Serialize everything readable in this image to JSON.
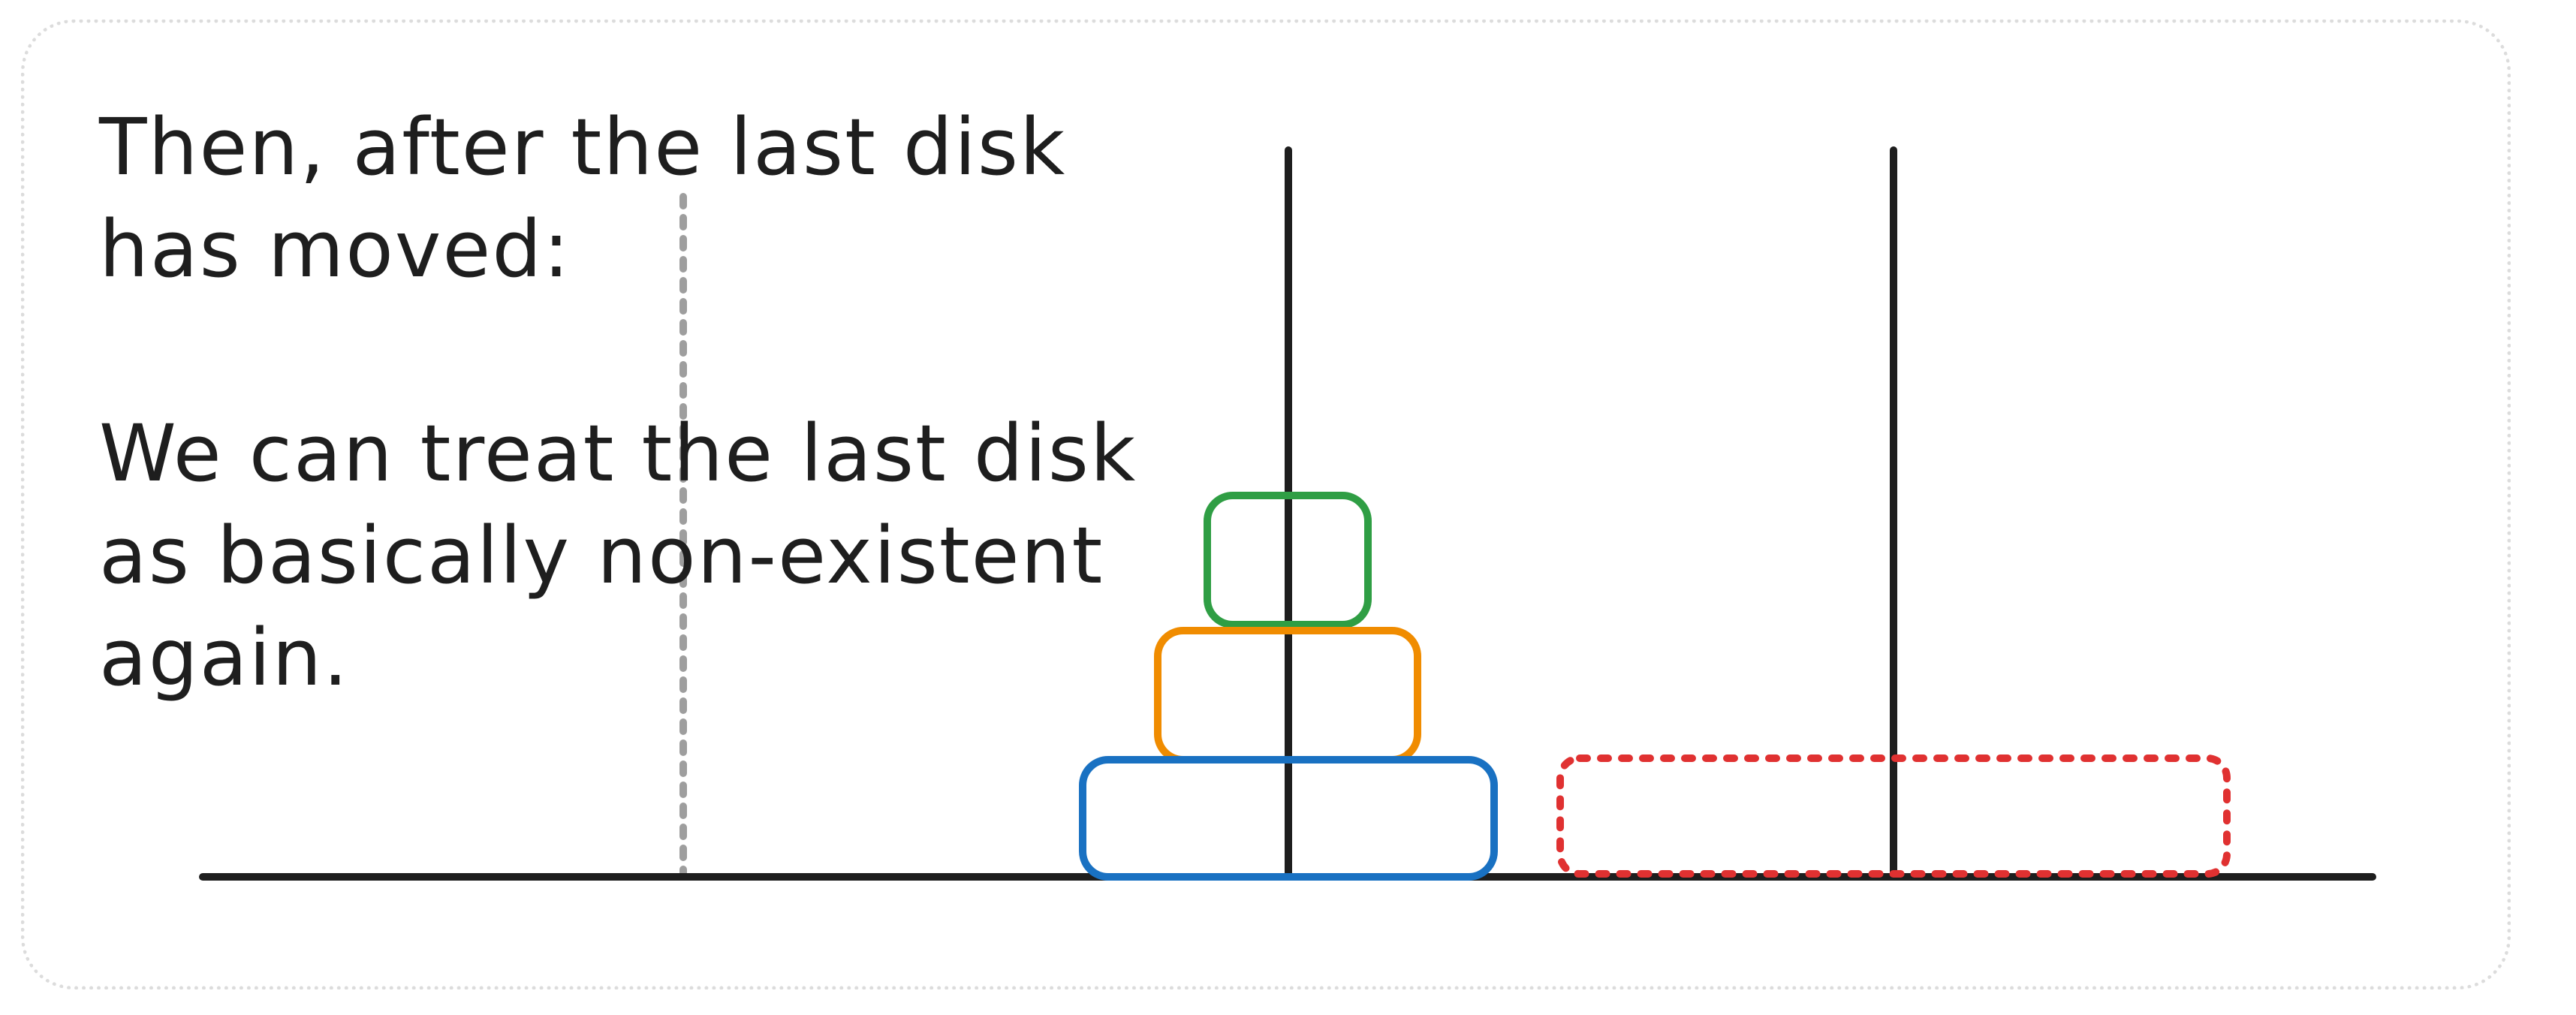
{
  "caption": {
    "line1": "Then, after the last disk",
    "line2": "has moved:",
    "line3": "We can treat the last disk",
    "line4": "as basically non-existent",
    "line5": "again."
  },
  "colors": {
    "ink": "#1e1e1e",
    "guide": "#9e9e9e",
    "frame": "#dcdcdc",
    "disk_small": "#2f9e44",
    "disk_medium": "#f08c00",
    "disk_large": "#1971c2",
    "ghost_disk": "#e03131"
  },
  "icons": {
    "peg": "vertical-line",
    "disk": "rounded-rectangle"
  }
}
